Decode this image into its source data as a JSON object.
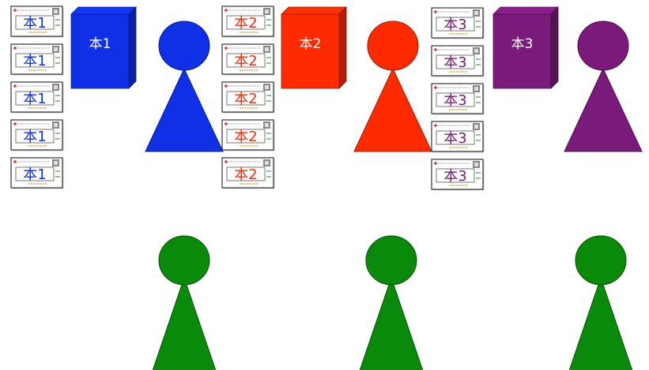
{
  "groups": [
    {
      "id": "group-1",
      "label": "本1",
      "color": "#1030e8",
      "cards": [
        "本1",
        "本1",
        "本1",
        "本1",
        "本1"
      ]
    },
    {
      "id": "group-2",
      "label": "本2",
      "color": "#ff2a00",
      "cards": [
        "本2",
        "本2",
        "本2",
        "本2",
        "本2"
      ]
    },
    {
      "id": "group-3",
      "label": "本3",
      "color": "#7a1a7a",
      "cards": [
        "本3",
        "本3",
        "本3",
        "本3",
        "本3"
      ]
    }
  ],
  "bottom_people": {
    "color": "#0a8a0a",
    "count": 3
  }
}
